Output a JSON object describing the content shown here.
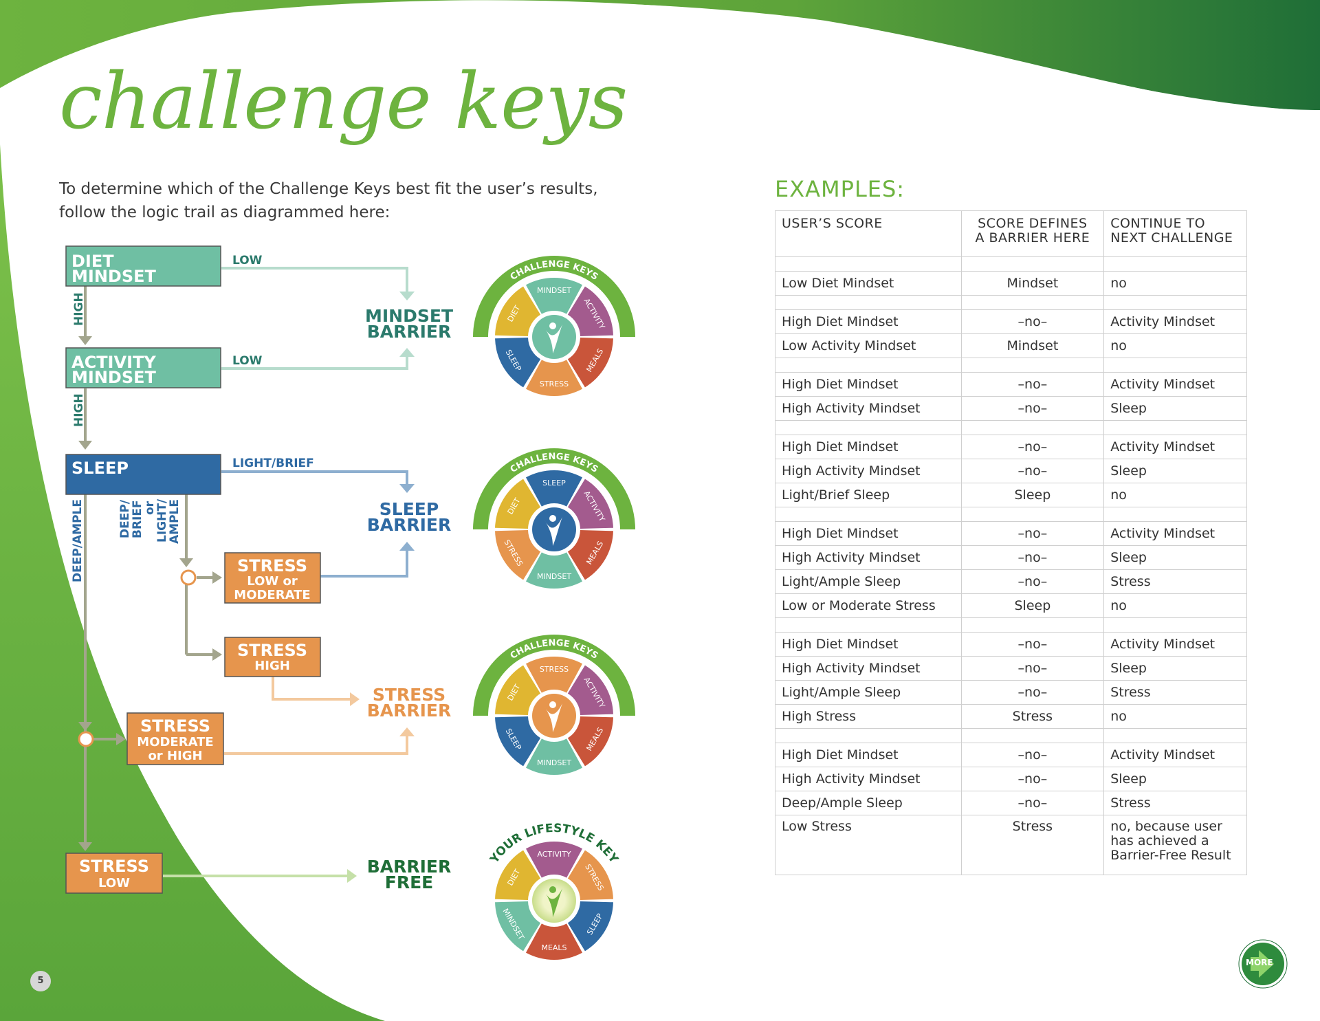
{
  "page": {
    "title": "challenge keys",
    "intro_line1": "To determine which of the Challenge Keys best fit the user’s results,",
    "intro_line2": "follow the logic trail as diagrammed here:",
    "examples_heading": "EXAMPLES:",
    "page_number": "5",
    "more_label": "MORE"
  },
  "colors": {
    "brand_green": "#6db33f",
    "dark_green": "#1f6e37",
    "teal": "#6fbfa3",
    "teal_text": "#2b7a6c",
    "blue": "#2f6aa3",
    "orange": "#e6954d",
    "gray_arrow": "#a3a58d"
  },
  "flow": {
    "diet_mindset": "DIET",
    "diet_mindset_2": "MINDSET",
    "activity_mindset": "ACTIVITY",
    "activity_mindset_2": "MINDSET",
    "sleep": "SLEEP",
    "stress_lm": "STRESS",
    "stress_lm_2": "LOW or",
    "stress_lm_3": "MODERATE",
    "stress_high": "STRESS",
    "stress_high_2": "HIGH",
    "stress_mh": "STRESS",
    "stress_mh_2": "MODERATE",
    "stress_mh_3": "or HIGH",
    "stress_low": "STRESS",
    "stress_low_2": "LOW",
    "low_1": "LOW",
    "low_2": "LOW",
    "high_1": "HIGH",
    "high_2": "HIGH",
    "light_brief": "LIGHT/BRIEF",
    "deep_ample": "DEEP/AMPLE",
    "branch_1": "DEEP/",
    "branch_2": "BRIEF",
    "branch_3": "or",
    "branch_4": "LIGHT/",
    "branch_5": "AMPLE",
    "mindset_barrier_1": "MINDSET",
    "mindset_barrier_2": "BARRIER",
    "sleep_barrier_1": "SLEEP",
    "sleep_barrier_2": "BARRIER",
    "stress_barrier_1": "STRESS",
    "stress_barrier_2": "BARRIER",
    "barrier_free_1": "BARRIER",
    "barrier_free_2": "FREE"
  },
  "wheels": {
    "arc_label": "CHALLENGE KEYS",
    "lifestyle_label": "YOUR LIFESTYLE KEY",
    "w1": [
      "MINDSET",
      "ACTIVITY",
      "MEALS",
      "STRESS",
      "SLEEP",
      "DIET"
    ],
    "w2": [
      "SLEEP",
      "ACTIVITY",
      "MEALS",
      "MINDSET",
      "STRESS",
      "DIET"
    ],
    "w3": [
      "STRESS",
      "ACTIVITY",
      "MEALS",
      "MINDSET",
      "SLEEP",
      "DIET"
    ],
    "w4": [
      "ACTIVITY",
      "STRESS",
      "SLEEP",
      "MEALS",
      "MINDSET",
      "DIET"
    ]
  },
  "table": {
    "headers": [
      [
        "USER’S SCORE",
        ""
      ],
      [
        "SCORE DEFINES",
        "A BARRIER HERE"
      ],
      [
        "CONTINUE TO",
        "NEXT CHALLENGE"
      ]
    ],
    "groups": [
      [
        [
          "Low Diet Mindset",
          "Mindset",
          "no"
        ]
      ],
      [
        [
          "High Diet Mindset",
          "–no–",
          "Activity Mindset"
        ],
        [
          "Low Activity Mindset",
          "Mindset",
          "no"
        ]
      ],
      [
        [
          "High Diet Mindset",
          "–no–",
          "Activity Mindset"
        ],
        [
          "High Activity Mindset",
          "–no–",
          "Sleep"
        ]
      ],
      [
        [
          "High Diet Mindset",
          "–no–",
          "Activity Mindset"
        ],
        [
          "High Activity Mindset",
          "–no–",
          "Sleep"
        ],
        [
          "Light/Brief Sleep",
          "Sleep",
          "no"
        ]
      ],
      [
        [
          "High Diet Mindset",
          "–no–",
          "Activity Mindset"
        ],
        [
          "High Activity Mindset",
          "–no–",
          "Sleep"
        ],
        [
          "Light/Ample Sleep",
          "–no–",
          "Stress"
        ],
        [
          "Low or Moderate Stress",
          "Sleep",
          "no"
        ]
      ],
      [
        [
          "High Diet Mindset",
          "–no–",
          "Activity Mindset"
        ],
        [
          "High Activity Mindset",
          "–no–",
          "Sleep"
        ],
        [
          "Light/Ample Sleep",
          "–no–",
          "Stress"
        ],
        [
          "High Stress",
          "Stress",
          "no"
        ]
      ],
      [
        [
          "High Diet Mindset",
          "–no–",
          "Activity Mindset"
        ],
        [
          "High Activity Mindset",
          "–no–",
          "Sleep"
        ],
        [
          "Deep/Ample Sleep",
          "–no–",
          "Stress"
        ],
        [
          "Low Stress",
          "Stress",
          "no, because user has achieved a Barrier-Free Result"
        ]
      ]
    ]
  }
}
